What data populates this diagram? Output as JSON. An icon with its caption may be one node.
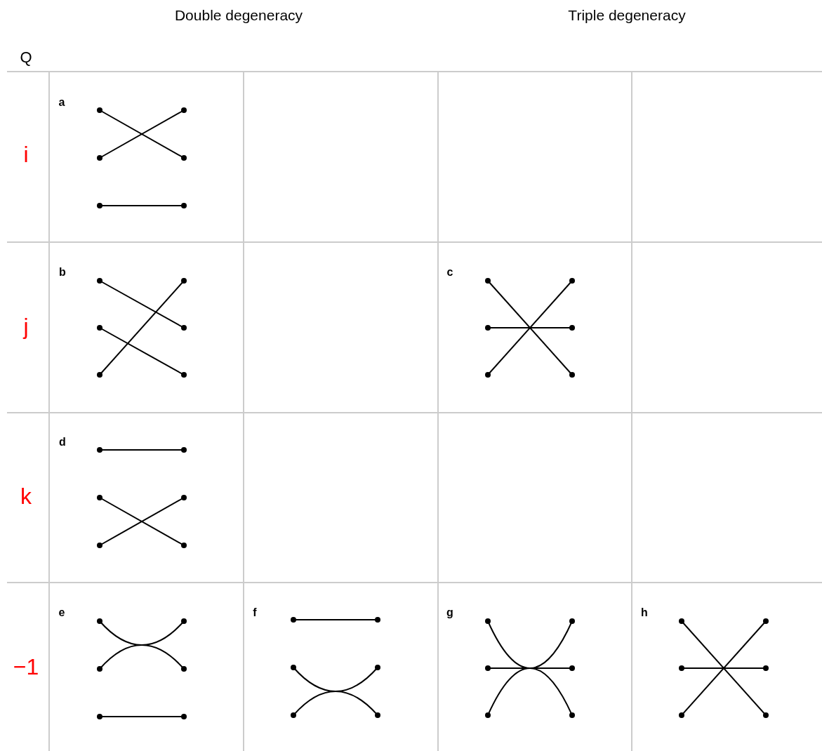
{
  "diagram": {
    "labels": [
      "Double degeneracy",
      "Triple degeneracy",
      "Q",
      "i",
      "a",
      "j",
      "b",
      "c",
      "k",
      "d",
      "−1",
      "e",
      "f",
      "g",
      "h"
    ]
  }
}
